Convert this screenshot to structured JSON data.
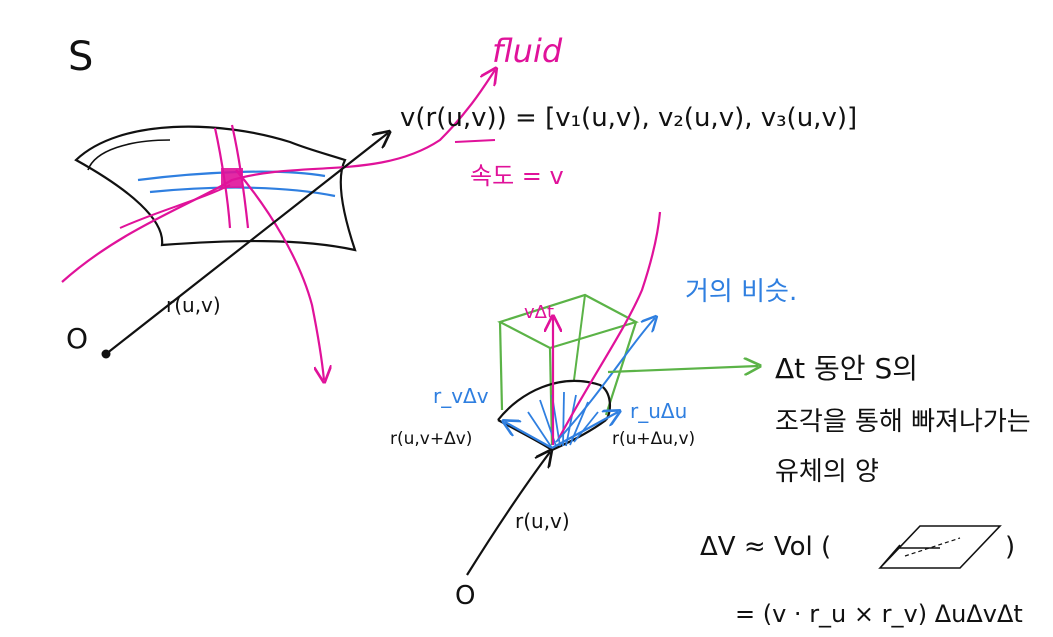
{
  "labels": {
    "surface": "S",
    "origin_left": "O",
    "origin_right": "O",
    "position_left": "r(u,v)",
    "fluid": "fluid",
    "velocity_field": "v(r(u,v)) = [v₁(u,v), v₂(u,v), v₃(u,v)]",
    "speed": "속도 = v",
    "v_dt": "vΔt",
    "similar_note": "거의 비슷.",
    "ru_du": "r_uΔu",
    "rv_dv": "r_vΔv",
    "corner_left": "r(u,v+Δv)",
    "corner_right": "r(u+Δu,v)",
    "position_right": "r(u,v)",
    "note_line1": "Δt 동안 S의",
    "note_line2": "조각을 통해 빠져나가는",
    "note_line3": "유체의 양",
    "delta_v_approx": "ΔV ≈ Vol (",
    "delta_v_close": ")",
    "formula": "= (v · r_u × r_v) ΔuΔvΔt"
  },
  "colors": {
    "ink": "#111111",
    "magenta": "#e0129a",
    "blue": "#2f7fe0",
    "green": "#5bb347"
  }
}
